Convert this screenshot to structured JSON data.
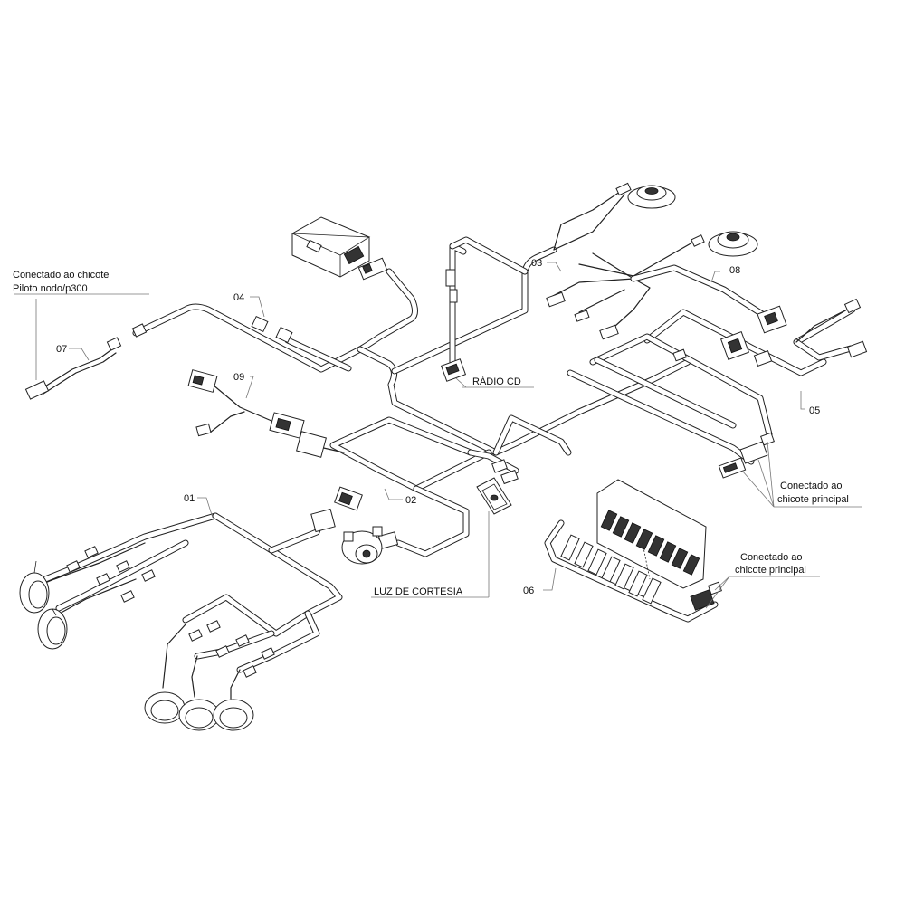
{
  "labels": {
    "c01": "01",
    "c02": "02",
    "c03": "03",
    "c04": "04",
    "c05": "05",
    "c06": "06",
    "c07": "07",
    "c08": "08",
    "c09": "09"
  },
  "notes": {
    "radio": "RÁDIO CD",
    "courtesy": "LUZ DE CORTESIA",
    "piloto_line1": "Conectado ao chicote",
    "piloto_line2": "Piloto nodo/p300",
    "main_a_line1": "Conectado ao",
    "main_a_line2": "chicote principal",
    "main_b_line1": "Conectado ao",
    "main_b_line2": "chicote principal"
  },
  "icons": [
    "module-icon",
    "speaker-icon",
    "lamp-icon",
    "connector-icon",
    "switch-panel-icon",
    "courtesy-light-icon",
    "ignition-switch-icon"
  ]
}
